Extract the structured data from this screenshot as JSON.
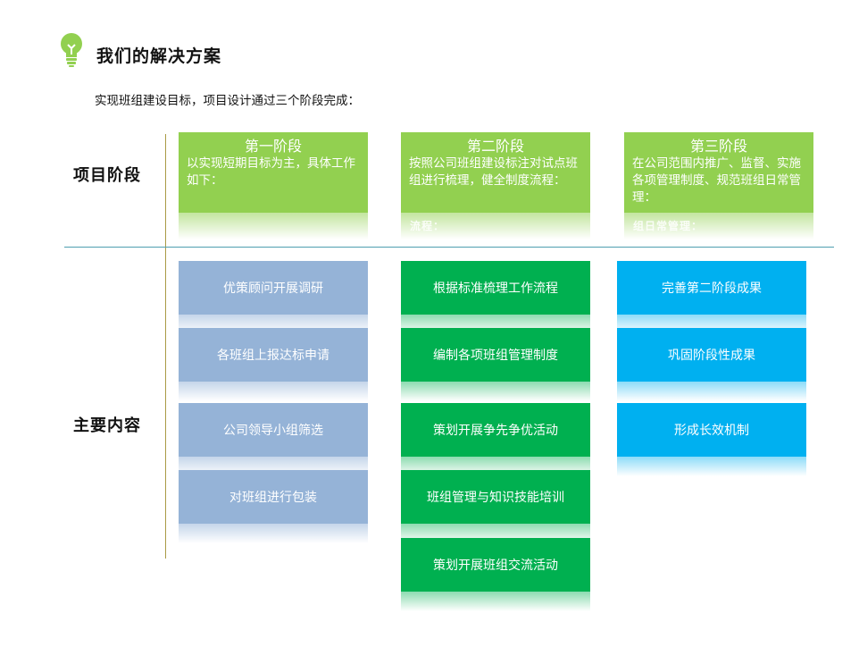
{
  "header": {
    "title": "我们的解决方案",
    "subtitle": "实现班组建设目标，项目设计通过三个阶段完成："
  },
  "rows": {
    "stage_label": "项目阶段",
    "content_label": "主要内容"
  },
  "stages": [
    {
      "name": "第一阶段",
      "desc": "以实现短期目标为主，具体工作如下："
    },
    {
      "name": "第二阶段",
      "desc": "按照公司班组建设标注对试点班组进行梳理，健全制度流程：",
      "reflection": "流程："
    },
    {
      "name": "第三阶段",
      "desc": "在公司范围内推广、监督、实施各项管理制度、规范班组日常管理：",
      "reflection": "组日常管理："
    }
  ],
  "columns": {
    "col1": [
      "优策顾问开展调研",
      "各班组上报达标申请",
      "公司领导小组筛选",
      "对班组进行包装"
    ],
    "col2": [
      "根据标准梳理工作流程",
      "编制各项班组管理制度",
      "策划开展争先争优活动",
      "班组管理与知识技能培训",
      "策划开展班组交流活动"
    ],
    "col3": [
      "完善第二阶段成果",
      "巩固阶段性成果",
      "形成长效机制"
    ]
  },
  "colors": {
    "stage": "#92d050",
    "col1": "#95b3d7",
    "col2": "#00b050",
    "col3": "#00b0f0",
    "bulb": "#92d050"
  },
  "icons": {
    "header_icon": "lightbulb-icon"
  }
}
